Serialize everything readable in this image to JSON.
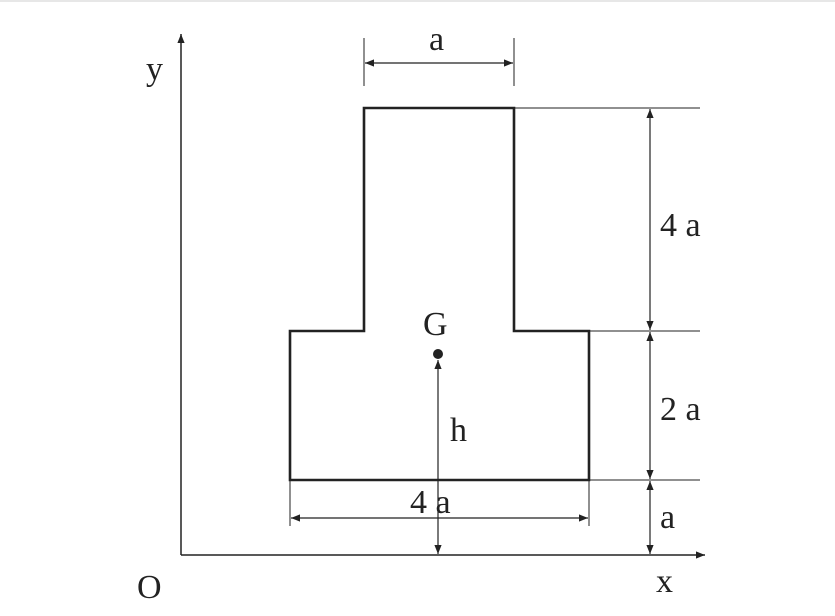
{
  "axes": {
    "x_label": "x",
    "y_label": "y",
    "origin_label": "O"
  },
  "centroid": {
    "label": "G"
  },
  "dimensions": {
    "top_width": "a",
    "upper_height": "4 a",
    "middle_height": "2 a",
    "bottom_offset": "a",
    "base_width": "4 a",
    "centroid_height": "h"
  }
}
